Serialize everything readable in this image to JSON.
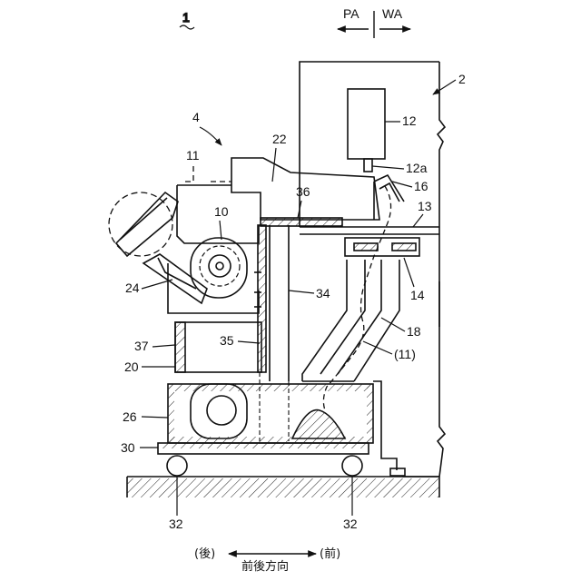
{
  "figure_number": "1",
  "direction": {
    "left_label": "PA",
    "right_label": "WA",
    "bottom_caption": "前後方向",
    "bottom_left": "(後)",
    "bottom_right": "(前)"
  },
  "labels": {
    "l2": "2",
    "l4": "4",
    "l10": "10",
    "l11": "11",
    "l11b": "(11)",
    "l12": "12",
    "l12a": "12a",
    "l13": "13",
    "l14": "14",
    "l16": "16",
    "l18": "18",
    "l20": "20",
    "l22": "22",
    "l24": "24",
    "l26": "26",
    "l30": "30",
    "l32a": "32",
    "l32b": "32",
    "l34": "34",
    "l35": "35",
    "l36": "36",
    "l37": "37"
  }
}
